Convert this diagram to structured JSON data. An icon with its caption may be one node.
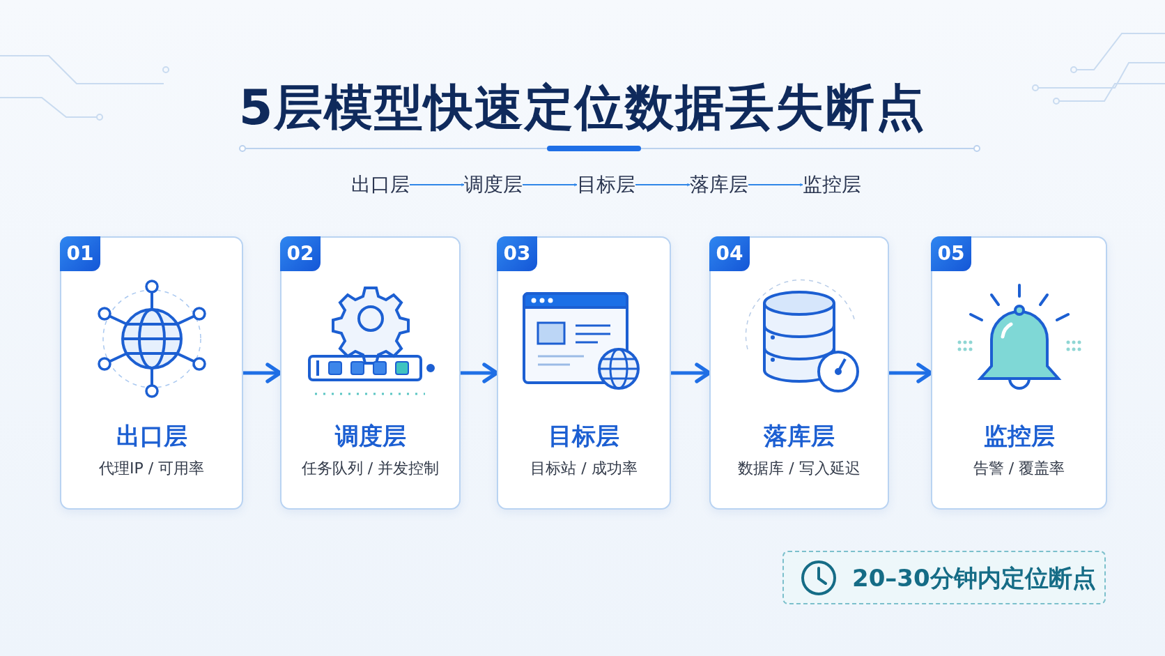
{
  "diagram": {
    "title": "5层模型快速定位数据丢失断点",
    "nodes": [
      {
        "text": [
          "出口层"
        ]
      },
      {
        "text": [
          "调度层"
        ]
      },
      {
        "text": [
          "目标层"
        ]
      },
      {
        "text": [
          "落库层"
        ]
      },
      {
        "text": [
          "监控层"
        ]
      },
      {
        "text": [
          "01",
          "出口层",
          "代理IP / 可用率"
        ]
      },
      {
        "text": [
          "02",
          "调度层",
          "任务队列 / 并发控制"
        ]
      },
      {
        "text": [
          "03",
          "目标层",
          "目标站 / 成功率"
        ]
      },
      {
        "text": [
          "04",
          "落库层",
          "数据库 / 写入延迟"
        ]
      },
      {
        "text": [
          "05",
          "监控层",
          "告警 / 覆盖率"
        ]
      },
      {
        "text": [
          "20–30分钟内定位断点"
        ]
      }
    ],
    "edges": [
      {
        "from": 0,
        "to": 1,
        "arrow": "to"
      },
      {
        "from": 1,
        "to": 2,
        "arrow": "to"
      },
      {
        "from": 2,
        "to": 3,
        "arrow": "to"
      },
      {
        "from": 3,
        "to": 4,
        "arrow": "to"
      },
      {
        "from": 5,
        "to": 6,
        "arrow": "to",
        "style": "thick"
      },
      {
        "from": 6,
        "to": 7,
        "arrow": "to",
        "style": "thick"
      },
      {
        "from": 7,
        "to": 8,
        "arrow": "to",
        "style": "thick"
      },
      {
        "from": 8,
        "to": 9,
        "arrow": "to",
        "style": "thick"
      }
    ]
  }
}
